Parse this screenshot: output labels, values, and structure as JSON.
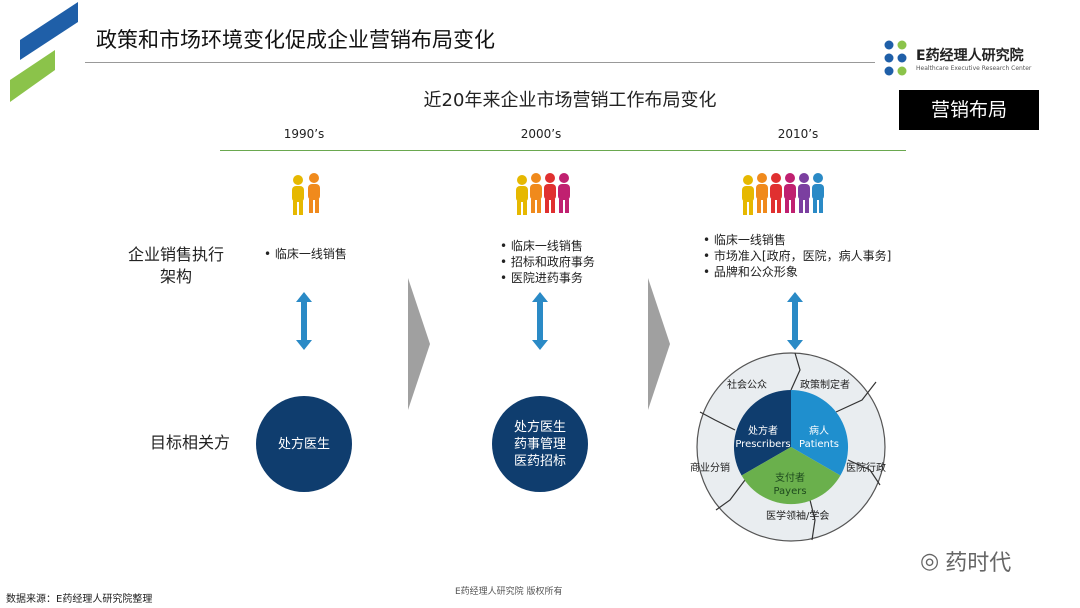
{
  "title": "政策和市场环境变化促成企业营销布局变化",
  "subtitle": "近20年来企业市场营销工作布局变化",
  "logo": {
    "name": "E药经理人研究院",
    "english": "Healthcare Executive Research Center"
  },
  "tag": "营销布局",
  "decades": [
    "1990’s",
    "2000’s",
    "2010’s"
  ],
  "row_labels": {
    "execution": "企业销售执行架构",
    "targets": "目标相关方"
  },
  "execution": [
    [
      "临床一线销售"
    ],
    [
      "临床一线销售",
      "招标和政府事务",
      "医院进药事务"
    ],
    [
      "临床一线销售",
      "市场准入[政府，医院，病人事务]",
      "品牌和公众形象"
    ]
  ],
  "targets": {
    "d1990": "处方医生",
    "d2000": [
      "处方医生",
      "药事管理",
      "医药招标"
    ]
  },
  "wheel": {
    "core": [
      {
        "cn": "处方者",
        "en": "Prescribers"
      },
      {
        "cn": "病人",
        "en": "Patients"
      },
      {
        "cn": "支付者",
        "en": "Payers"
      }
    ],
    "ring": [
      "社会公众",
      "政策制定者",
      "医院行政",
      "医学领袖/学会",
      "商业分销"
    ]
  },
  "colors": {
    "navy": "#0f3d6e",
    "blue": "#1f8fce",
    "green": "#6ab04c",
    "arrow": "#2a8ac6"
  },
  "footer": {
    "source": "数据来源：E药经理人研究院整理",
    "copyright": "E药经理人研究院 版权所有",
    "watermark": "药时代"
  }
}
